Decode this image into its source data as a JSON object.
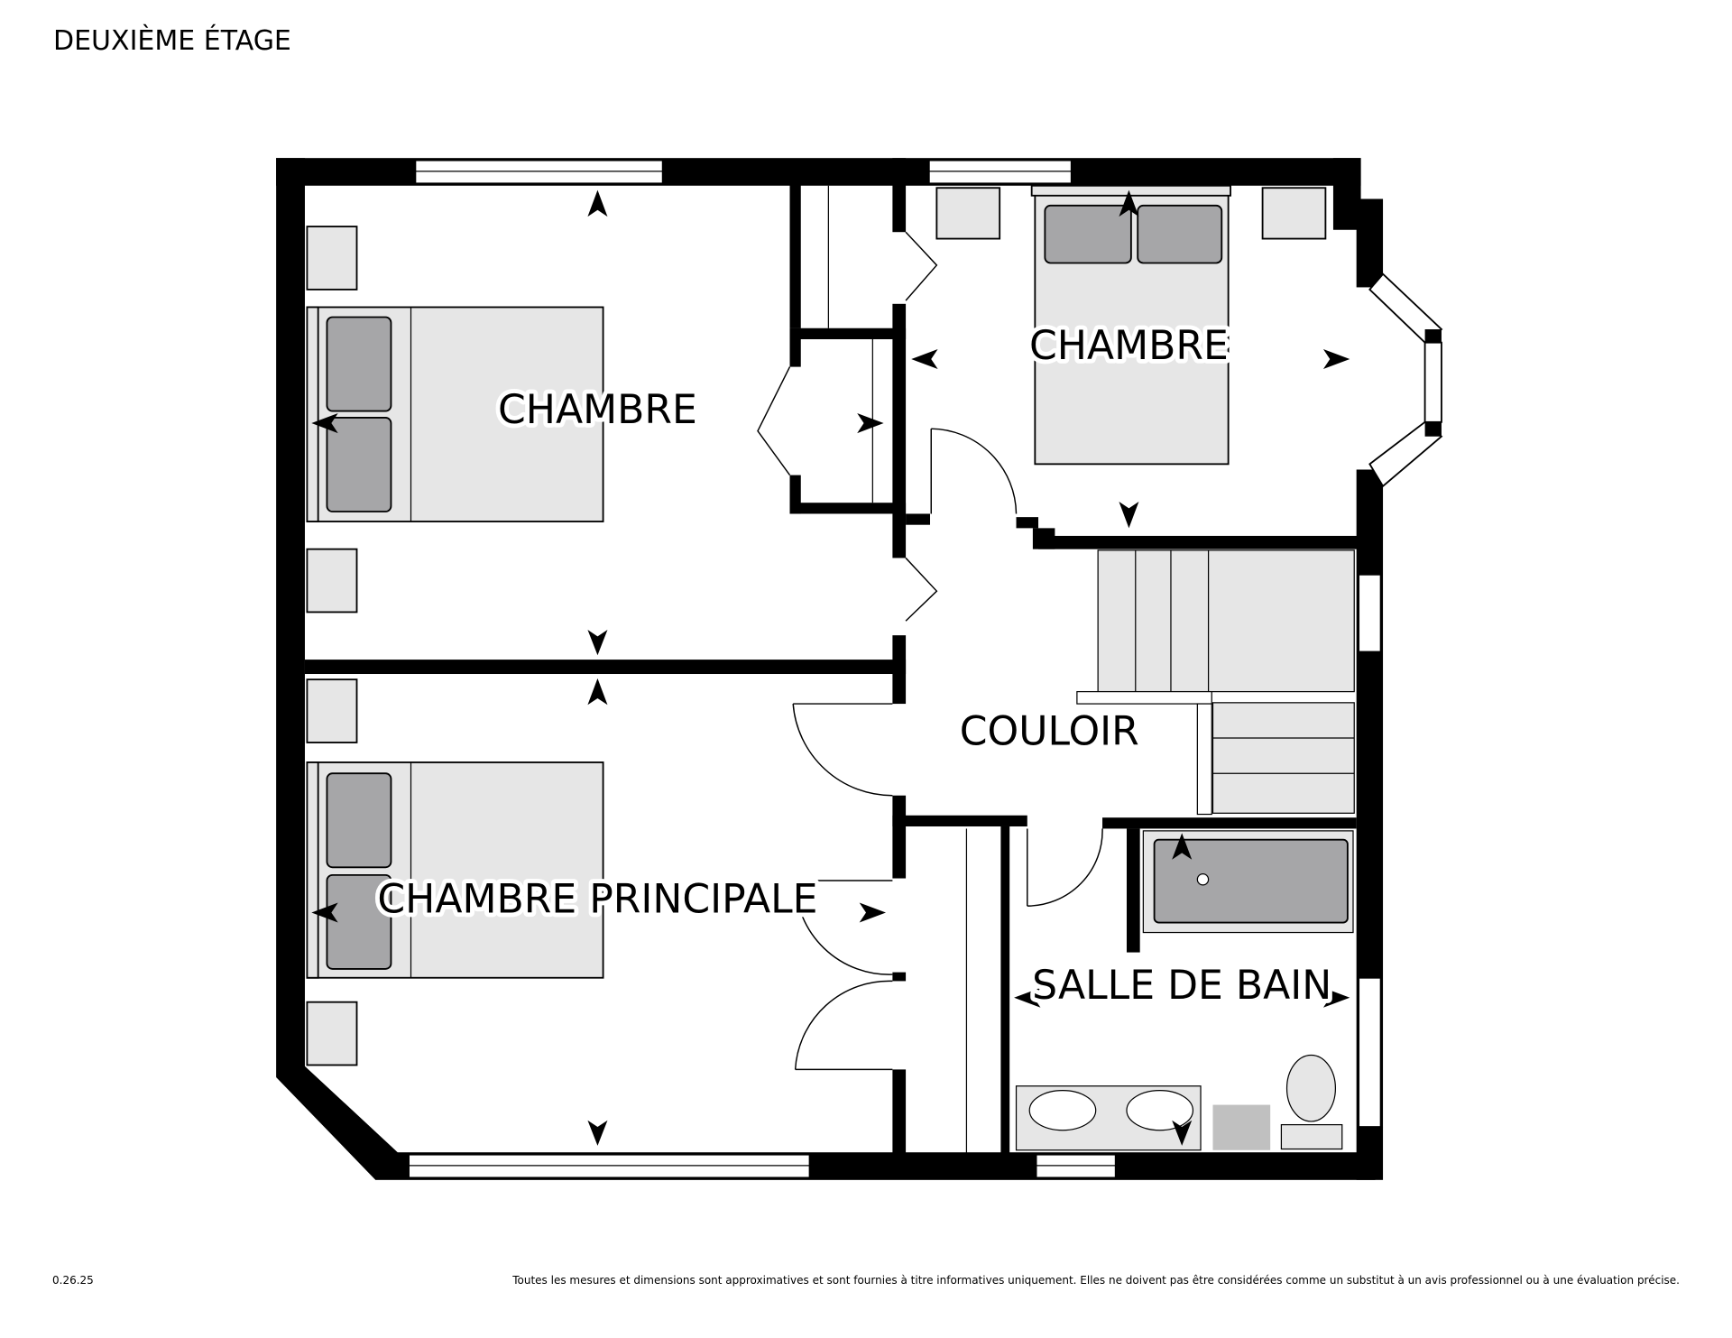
{
  "title": "DEUXIÈME ÉTAGE",
  "version": "0.26.25",
  "disclaimer": "Toutes les mesures et dimensions sont approximatives et sont fournies à titre informatives uniquement. Elles ne doivent pas être considérées comme un substitut à un avis professionnel ou à une évaluation précise.",
  "rooms": {
    "bedroom_left": "CHAMBRE",
    "bedroom_right": "CHAMBRE",
    "master": "CHAMBRE PRINCIPALE",
    "hallway": "COULOIR",
    "bathroom": "SALLE DE BAIN"
  }
}
